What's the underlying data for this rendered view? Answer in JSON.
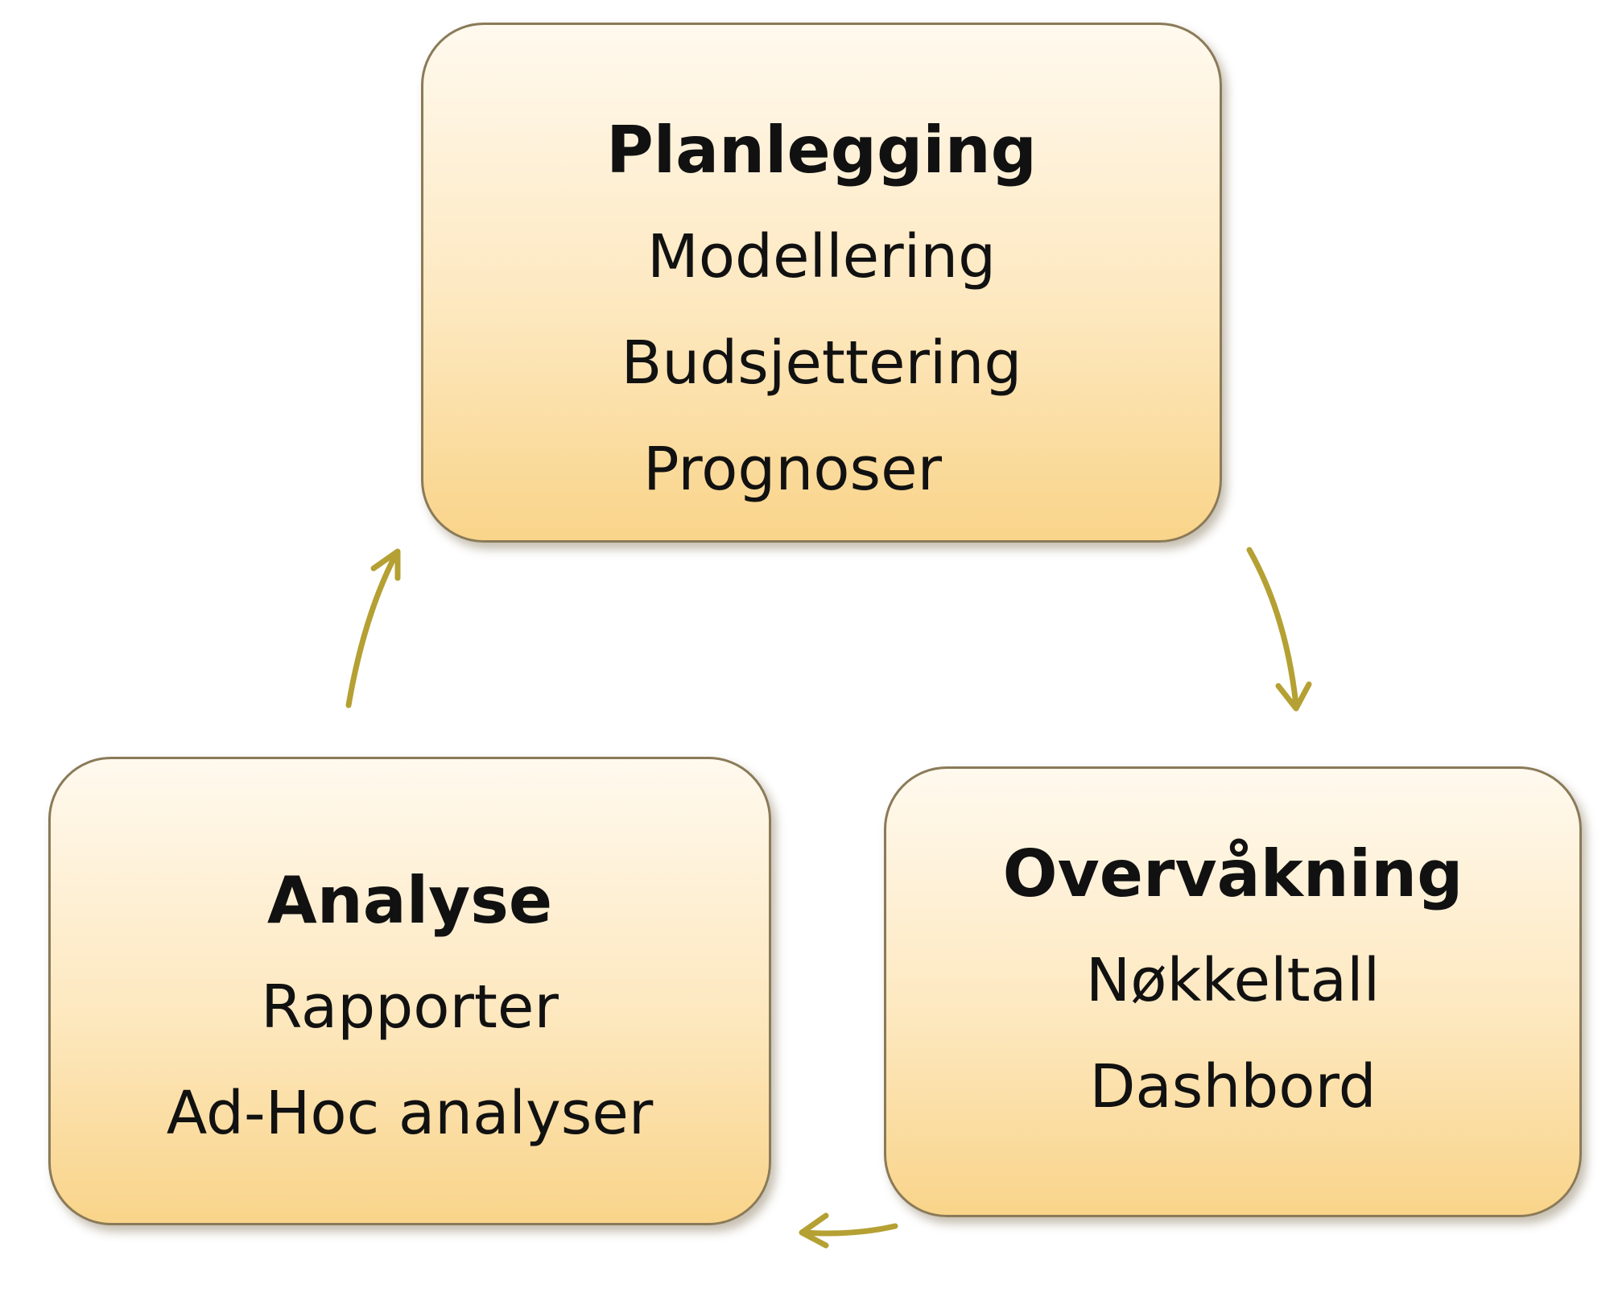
{
  "diagram": {
    "planning": {
      "title": "Planlegging",
      "items": [
        "Modellering",
        "Budsjettering",
        "Prognoser"
      ]
    },
    "analysis": {
      "title": "Analyse",
      "items": [
        "Rapporter",
        "Ad-Hoc analyser"
      ]
    },
    "monitoring": {
      "title": "Overvåkning",
      "items": [
        "Nøkkeltall",
        "Dashbord"
      ]
    },
    "arrow_color": "#b5a033"
  }
}
